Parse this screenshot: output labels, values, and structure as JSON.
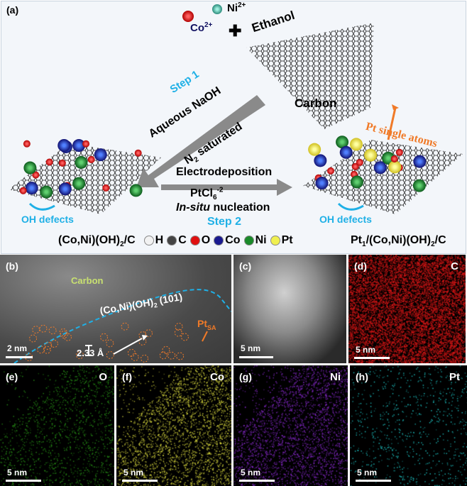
{
  "panel_a": {
    "label": "(a)",
    "ions": {
      "co": "Co",
      "co_charge": "2+",
      "ni": "Ni",
      "ni_charge": "2+"
    },
    "plus": "✚",
    "ethanol": "Ethanol",
    "carbon": "Carbon",
    "step1": "Step 1",
    "step1_reagent": "Aqueous NaOH",
    "step1_cond_prefix": "N",
    "step1_cond_sub": "2",
    "step1_cond_suffix": " saturated",
    "electrodeposition": "Electrodeposition",
    "ptcl_prefix": "PtCl",
    "ptcl_sub": "6",
    "ptcl_sup": "-2",
    "insitu_italic": "In-situ",
    "insitu_rest": " nucleation",
    "step2": "Step 2",
    "pt_single_atoms": "Pt single atoms",
    "oh_defects_left": "OH defects",
    "oh_defects_right": "OH defects",
    "left_product": {
      "pre": "(Co,Ni)(OH)",
      "sub": "2",
      "post": "/C"
    },
    "right_product": {
      "pre": "Pt",
      "sub1": "1",
      "mid": "/(Co,Ni)(OH)",
      "sub2": "2",
      "post": "/C"
    },
    "legend": [
      {
        "label": "H",
        "color": "#f2f2f2"
      },
      {
        "label": "C",
        "color": "#444444"
      },
      {
        "label": "O",
        "color": "#e01010"
      },
      {
        "label": "Co",
        "color": "#1a1a90"
      },
      {
        "label": "Ni",
        "color": "#1a8a2a"
      },
      {
        "label": "Pt",
        "color": "#f0f050"
      }
    ],
    "colors": {
      "step": "#1fb0e6",
      "pt_arrow": "#f07a28",
      "arrow": "#8a8a8a"
    }
  },
  "panel_b": {
    "label": "(b)",
    "carbon": "Carbon",
    "phase_pre": "(Co,Ni)(OH)",
    "phase_sub": "2",
    "phase_post": " (101)",
    "pt": "Pt",
    "pt_sub": "SA",
    "spacing": "2.33 Å",
    "scale": "2 nm"
  },
  "panel_c": {
    "label": "(c)",
    "scale": "5 nm"
  },
  "maps": [
    {
      "label": "(d)",
      "element": "C",
      "scale": "5 nm",
      "color": "#e01818"
    },
    {
      "label": "(e)",
      "element": "O",
      "scale": "5 nm",
      "color": "#2a9a18"
    },
    {
      "label": "(f)",
      "element": "Co",
      "scale": "5 nm",
      "color": "#e0e040"
    },
    {
      "label": "(g)",
      "element": "Ni",
      "scale": "5 nm",
      "color": "#8a2ad0"
    },
    {
      "label": "(h)",
      "element": "Pt",
      "scale": "5 nm",
      "color": "#20d0d0"
    }
  ]
}
